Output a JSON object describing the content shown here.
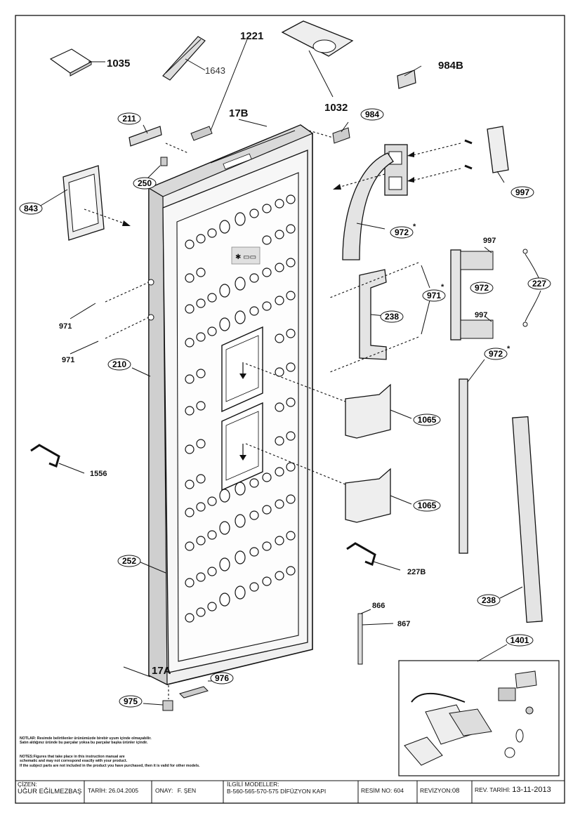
{
  "labels": {
    "p1035": "1035",
    "p1643": "1643",
    "p1221": "1221",
    "p1032": "1032",
    "p984B": "984B",
    "p17B": "17B",
    "p211": "211",
    "p984": "984",
    "p250": "250",
    "p843": "843",
    "p997a": "997",
    "p972a": "972",
    "p997b": "997",
    "p997c": "997",
    "p227": "227",
    "p972b": "972",
    "p971a": "971",
    "p971b": "971",
    "p971c": "971",
    "p238a": "238",
    "p210": "210",
    "p972c": "972",
    "p1065a": "1065",
    "p1556": "1556",
    "p1065b": "1065",
    "p227B": "227B",
    "p252": "252",
    "p866": "866",
    "p867": "867",
    "p238b": "238",
    "p1401": "1401",
    "p17A": "17A",
    "p976": "976",
    "p975": "975"
  },
  "asterisk": "*",
  "notes": {
    "tr1": "NOTLAR: Resimde belirtilenler ürünümüzde birebir uyum içinde olmayabilir.",
    "tr2": "Satın aldığınız üründe bu parçalar yoksa bu parçalar başka ürünler içindir.",
    "en1": "NOTES:Figures that take place in this instruction manual are",
    "en2": "schematic  and may not correspond exactly with your product.",
    "en3": "If the subject parts are not included in the product you have purchased, then it is valid for other models."
  },
  "title_block": {
    "cizen_label": "ÇİZEN:",
    "cizen_value": "UĞUR EĞİLMEZBAŞ",
    "tarih": "TARİH: 26.04.2005",
    "onay_label": "ONAY:",
    "onay_value": "F. ŞEN",
    "modeller_label": "İLGİLİ MODELLER:",
    "modeller_value": "B-560-565-570-575  DİFÜZYON KAPI",
    "resim": "RESİM NO: 604",
    "revizyon_label": "REVİZYON:",
    "revizyon_value": "08",
    "rev_tarihi_label": "REV. TARİHİ:",
    "rev_tarihi_value": "13-11-2013"
  }
}
